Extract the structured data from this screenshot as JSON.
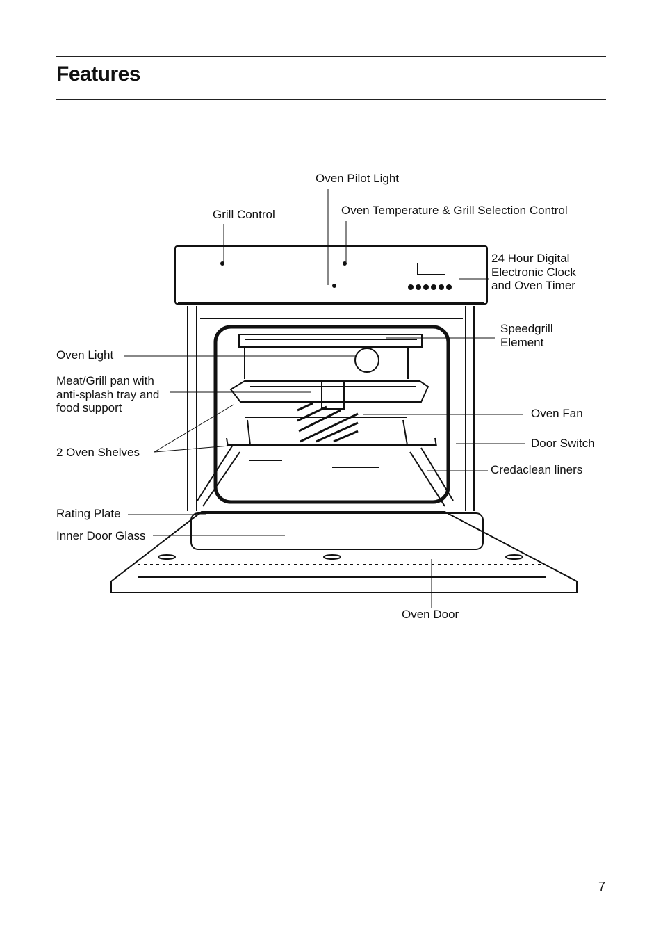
{
  "page": {
    "title": "Features",
    "page_number": "7"
  },
  "labels": {
    "oven_pilot_light": "Oven Pilot Light",
    "grill_control": "Grill Control",
    "oven_temp_control": "Oven Temperature & Grill Selection Control",
    "clock_timer": "24 Hour Digital\nElectronic Clock\nand Oven Timer",
    "speedgrill": "Speedgrill\nElement",
    "oven_light": "Oven Light",
    "meat_grill_pan": "Meat/Grill pan with\nanti-splash tray and\nfood support",
    "oven_fan": "Oven Fan",
    "door_switch": "Door Switch",
    "oven_shelves": "2 Oven Shelves",
    "credaclean_liners": "Credaclean liners",
    "rating_plate": "Rating Plate",
    "inner_door_glass": "Inner Door Glass",
    "oven_door": "Oven Door"
  }
}
